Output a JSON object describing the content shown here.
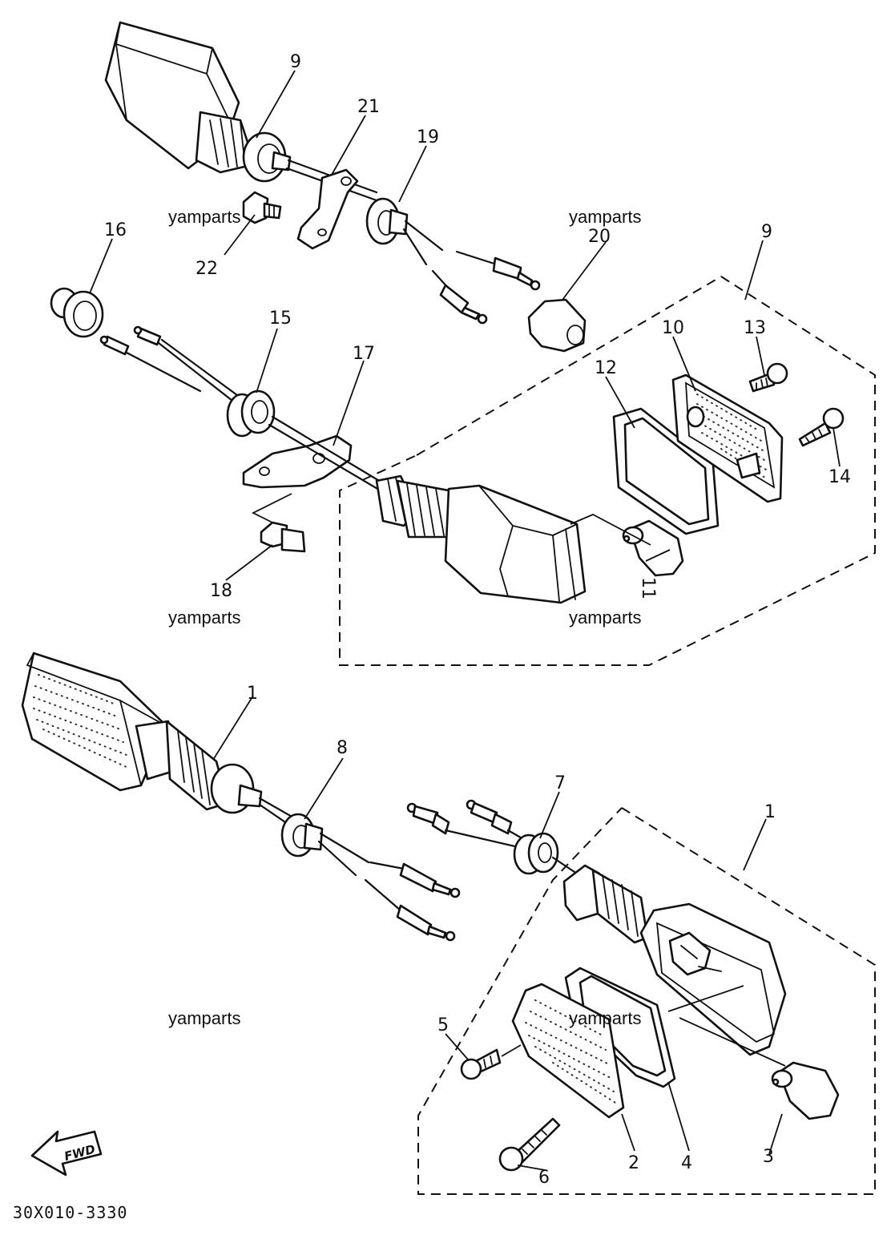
{
  "diagram": {
    "part_numbers": {
      "p1a": "1",
      "p1b": "1",
      "p2": "2",
      "p3": "3",
      "p4": "4",
      "p5": "5",
      "p6": "6",
      "p7": "7",
      "p8": "8",
      "p9a": "9",
      "p9b": "9",
      "p10": "10",
      "p11": "11",
      "p12": "12",
      "p13": "13",
      "p14": "14",
      "p15": "15",
      "p16": "16",
      "p17": "17",
      "p18": "18",
      "p19": "19",
      "p20": "20",
      "p21": "21",
      "p22": "22"
    },
    "watermark": "yamparts",
    "direction_label": "FWD",
    "drawing_code": "30X010-3330"
  }
}
